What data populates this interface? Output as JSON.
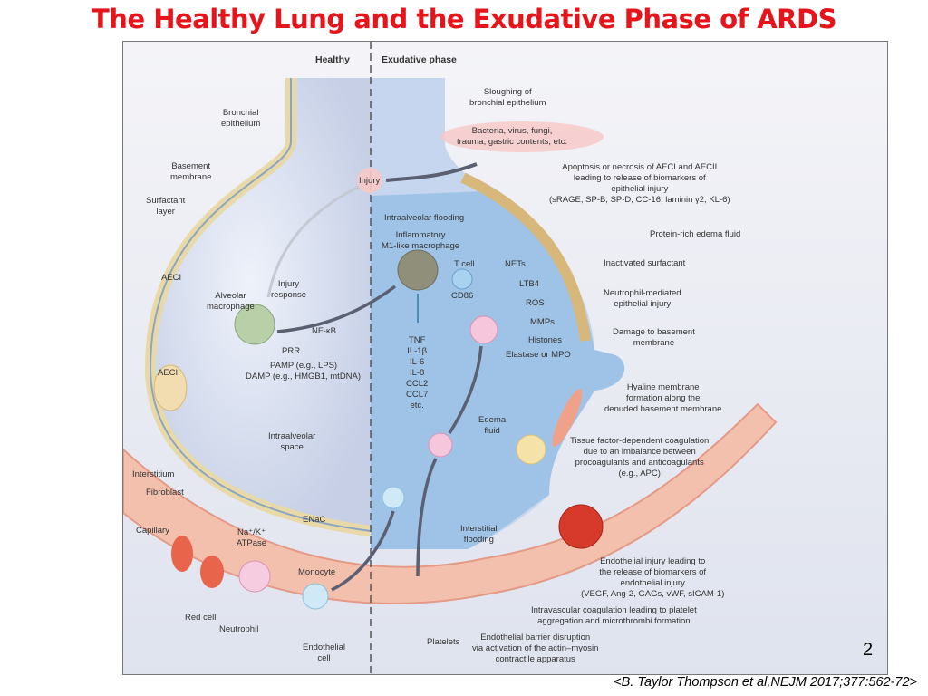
{
  "title": "The Healthy Lung and the Exudative Phase of ARDS",
  "slide_number": "2",
  "citation": "<B. Taylor Thompson et al,NEJM 2017;377:562-72>",
  "figure": {
    "headers": {
      "healthy": "Healthy",
      "exudative": "Exudative phase"
    },
    "healthy_labels": {
      "bronchial_epithelium": "Bronchial\nepithelium",
      "basement_membrane": "Basement\nmembrane",
      "surfactant_layer": "Surfactant\nlayer",
      "aeci": "AECI",
      "aecii": "AECII",
      "alveolar_macrophage": "Alveolar\nmacrophage",
      "injury_response": "Injury\nresponse",
      "nfkb": "NF-κB",
      "prr": "PRR",
      "pamp": "PAMP (e.g., LPS)",
      "damp": "DAMP (e.g., HMGB1, mtDNA)",
      "intraalveolar_space": "Intraalveolar\nspace",
      "interstitium": "Interstitium",
      "fibroblast": "Fibroblast",
      "capillary": "Capillary",
      "na_k_atpase": "Na⁺/K⁺\nATPase",
      "enac": "ENaC",
      "monocyte": "Monocyte",
      "red_cell": "Red cell",
      "neutrophil": "Neutrophil",
      "endothelial_cell": "Endothelial\ncell"
    },
    "injury": "Injury",
    "exudative_labels": {
      "sloughing": "Sloughing of\nbronchial epithelium",
      "causes": "Bacteria, virus, fungi,\ntrauma, gastric contents, etc.",
      "apoptosis": "Apoptosis or necrosis of AECI and AECII\nleading to release of biomarkers of\nepithelial injury\n(sRAGE, SP-B, SP-D, CC-16, laminin γ2, KL-6)",
      "intraalveolar_flooding": "Intraalveolar flooding",
      "m1_macrophage": "Inflammatory\nM1-like macrophage",
      "t_cell": "T cell",
      "cd86": "CD86",
      "cytokines": "TNF\nIL-1β\nIL-6\nIL-8\nCCL2\nCCL7\netc.",
      "protein_rich": "Protein-rich edema fluid",
      "nets": "NETs",
      "ltb4": "LTB4",
      "ros": "ROS",
      "mmps": "MMPs",
      "histones": "Histones",
      "elastase": "Elastase or MPO",
      "inactivated_surfactant": "Inactivated surfactant",
      "neutrophil_injury": "Neutrophil-mediated\nepithelial injury",
      "damage_bm": "Damage to basement\nmembrane",
      "hyaline": "Hyaline membrane\nformation along the\ndenuded basement membrane",
      "edema_fluid": "Edema\nfluid",
      "tissue_factor": "Tissue factor-dependent coagulation\ndue to an imbalance between\nprocoagulants and anticoagulants\n(e.g., APC)",
      "interstitial_flooding": "Interstitial\nflooding",
      "endothelial_injury": "Endothelial injury leading to\nthe release of biomarkers of\nendothelial injury\n(VEGF, Ang-2, GAGs, vWF, sICAM-1)",
      "intravascular": "Intravascular coagulation leading to platelet\naggregation and microthrombi formation",
      "platelets": "Platelets",
      "barrier": "Endothelial barrier disruption\nvia activation of the actin–myosin\ncontractile apparatus"
    }
  }
}
